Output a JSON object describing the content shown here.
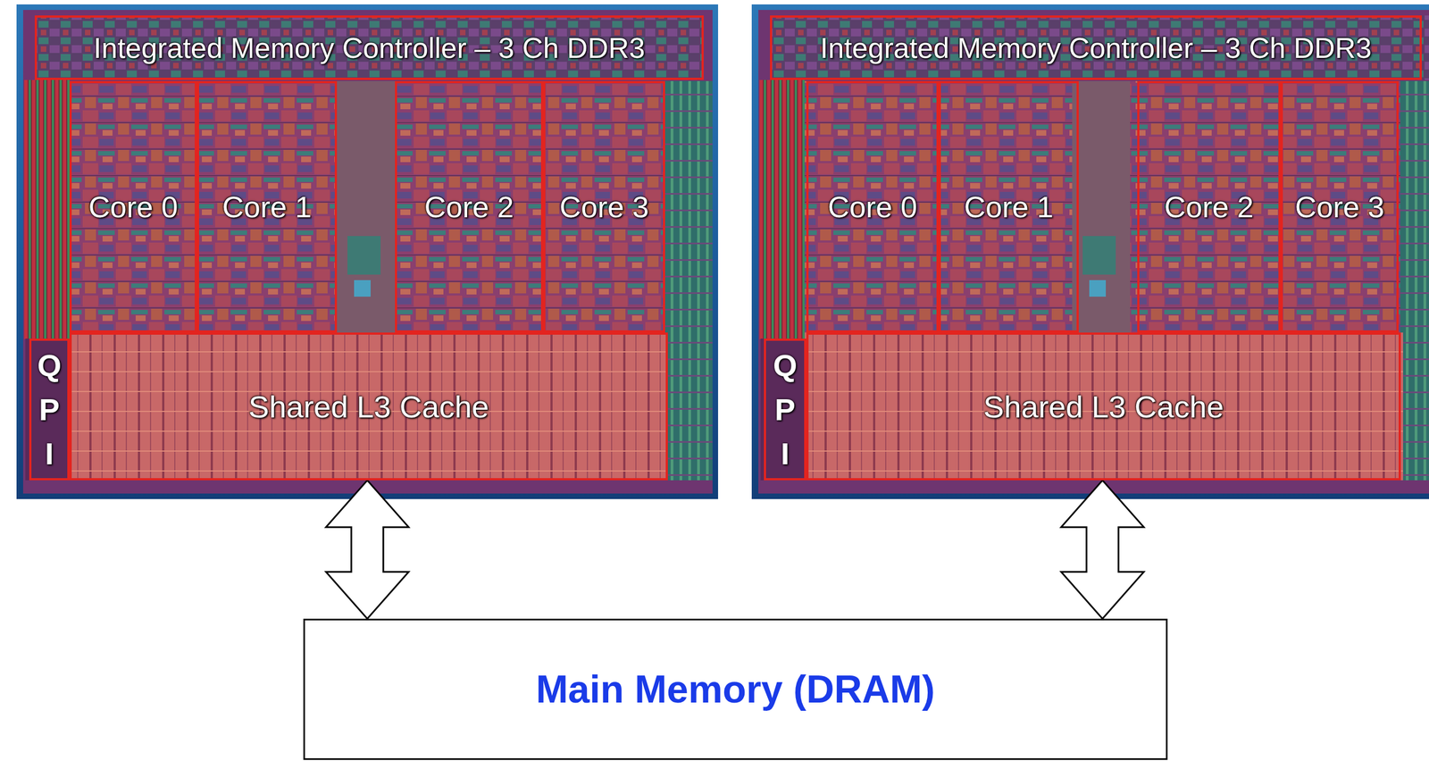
{
  "diagram": {
    "nodes": [
      {
        "text": [
          "Integrated Memory Controller – 3 Ch DDR3"
        ]
      },
      {
        "text": [
          "Core 0"
        ]
      },
      {
        "text": [
          "Core 1"
        ]
      },
      {
        "text": [
          "Core 2"
        ]
      },
      {
        "text": [
          "Core 3"
        ]
      },
      {
        "text": [
          "Q P I"
        ]
      },
      {
        "text": [
          "Shared L3 Cache"
        ]
      },
      {
        "text": [
          "Integrated Memory Controller – 3 Ch DDR3"
        ]
      },
      {
        "text": [
          "Core 0"
        ]
      },
      {
        "text": [
          "Core 1"
        ]
      },
      {
        "text": [
          "Core 2"
        ]
      },
      {
        "text": [
          "Core 3"
        ]
      },
      {
        "text": [
          "Q P I"
        ]
      },
      {
        "text": [
          "Shared L3 Cache"
        ]
      },
      {
        "text": [
          "Main Memory (DRAM)"
        ]
      }
    ],
    "edges": [
      {
        "from": 6,
        "to": 14,
        "arrow": "both"
      },
      {
        "from": 13,
        "to": 14,
        "arrow": "both"
      }
    ]
  }
}
